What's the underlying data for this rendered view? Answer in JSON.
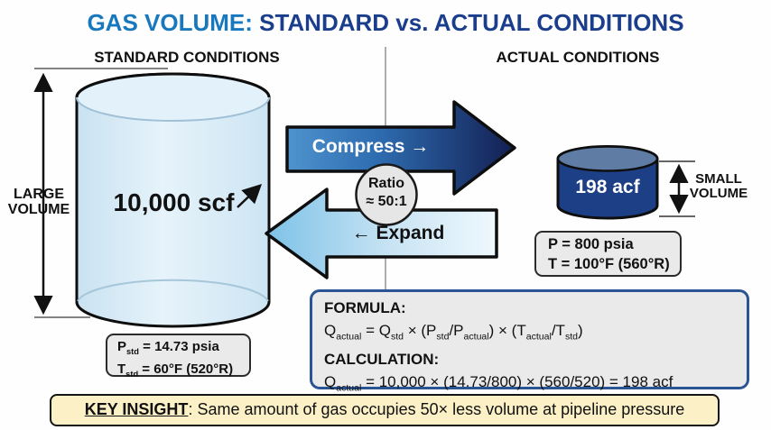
{
  "title": {
    "prefix": "GAS VOLUME:",
    "rest": " STANDARD vs. ACTUAL CONDITIONS"
  },
  "left": {
    "header": "STANDARD CONDITIONS",
    "volume_label_line1": "LARGE",
    "volume_label_line2": "VOLUME",
    "cylinder_label": "10,000 scf",
    "conditions_line1": [
      {
        "t": "P",
        "s": "std"
      },
      {
        "t": " = 14.73 psia"
      }
    ],
    "conditions_line2": [
      {
        "t": "T",
        "s": "std"
      },
      {
        "t": " = 60°F (520°R)"
      }
    ]
  },
  "right": {
    "header": "ACTUAL CONDITIONS",
    "volume_label_line1": "SMALL",
    "volume_label_line2": "VOLUME",
    "cylinder_label": "198 acf",
    "conditions_line1": "P = 800 psia",
    "conditions_line2": "T = 100°F (560°R)"
  },
  "arrows": {
    "compress_label": "Compress →",
    "expand_label": "← Expand",
    "ratio_line1": "Ratio",
    "ratio_line2": "≈ 50:1"
  },
  "formula_box": {
    "formula_heading": "FORMULA:",
    "formula_segments": [
      {
        "t": "Q",
        "s": "actual"
      },
      {
        "t": " = Q",
        "s": "std"
      },
      {
        "t": " × (P",
        "s": "std"
      },
      {
        "t": "/P",
        "s": "actual"
      },
      {
        "t": ") × (T",
        "s": "actual"
      },
      {
        "t": "/T",
        "s": "std"
      },
      {
        "t": ")"
      }
    ],
    "calculation_heading": "CALCULATION:",
    "calculation_segments": [
      {
        "t": "Q",
        "s": "actual"
      },
      {
        "t": " = 10,000 × (14.73/800) × (560/520) = 198 acf"
      }
    ]
  },
  "key_insight": {
    "label": "KEY INSIGHT",
    "text": ": Same amount of gas occupies 50× less volume at pipeline pressure"
  },
  "colors": {
    "title_blue": "#1878BE",
    "title_navy": "#1A3E8C",
    "compress_start": "#4E93CE",
    "compress_end": "#131F52",
    "expand_start": "#7EC2E7",
    "expand_end": "#EFF8FD",
    "large_cylinder_fill": "#D8EAF6",
    "small_cylinder_body": "#1D3F85",
    "small_cylinder_top": "#5E7CA4",
    "info_box_bg": "#EAEAEA",
    "formula_border": "#2A5494",
    "key_insight_bg": "#FBF0C6"
  }
}
